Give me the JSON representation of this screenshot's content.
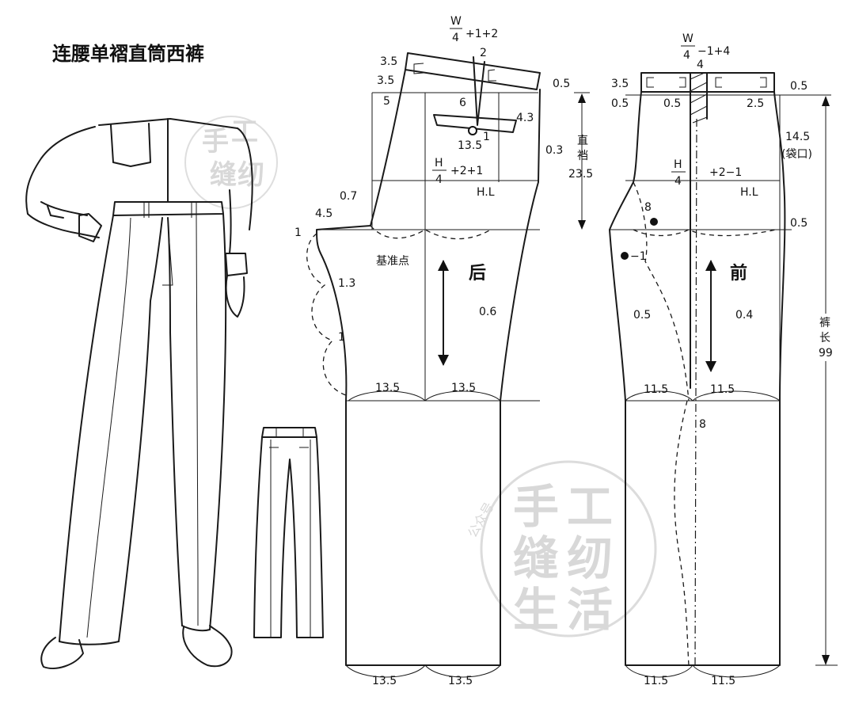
{
  "title": "连腰单褶直筒西裤",
  "watermark": {
    "chars": [
      "手",
      "工",
      "缝",
      "纫",
      "生",
      "活"
    ],
    "tag": "公众号"
  },
  "back_piece": {
    "label": "后",
    "waist_formula": {
      "numerator": "W",
      "denominator": "4",
      "rest": "+1+2"
    },
    "hip_formula": {
      "numerator": "H",
      "denominator": "4",
      "rest": "+2+1"
    },
    "hip_line": "H.L",
    "reference_point": "基准点",
    "dims": {
      "waistband_upper": "3.5",
      "waistband_lower": "3.5",
      "side_top": "5",
      "dart_length": "2",
      "dart_depth": "6",
      "pocket_length": "13.5",
      "pocket_end": "1",
      "pocket_offset": "4.3",
      "waist_side_out": "0.5",
      "side_in": "0.3",
      "crotch_drop": "0.7",
      "crotch_ext": "4.5",
      "crotch_tip": "1",
      "inseam_curve_1": "1.3",
      "inseam_curve_2": "1",
      "side_seam_curve": "0.6",
      "knee_left": "13.5",
      "knee_right": "13.5",
      "hem_left": "13.5",
      "hem_right": "13.5"
    }
  },
  "front_piece": {
    "label": "前",
    "waist_formula": {
      "numerator": "W",
      "denominator": "4",
      "rest": "−1+4"
    },
    "hip_formula": {
      "numerator": "H",
      "denominator": "4",
      "rest": "+2−1"
    },
    "hip_line": "H.L",
    "dims": {
      "waistband": "3.5",
      "pleat_width": "4",
      "side_top_a": "0.5",
      "side_top_b": "0.5",
      "side_waist_out": "0.5",
      "side_top_out": "2.5",
      "pocket_opening": "14.5",
      "pocket_opening_label": "(袋口)",
      "crotch_depth": "8",
      "crotch_mark": "−1",
      "hip_out": "0.5",
      "inseam_curve": "0.5",
      "side_seam_curve": "0.4",
      "knee_left": "11.5",
      "knee_right": "11.5",
      "crease_drop": "8",
      "hem_left": "11.5",
      "hem_right": "11.5"
    }
  },
  "vertical_dims": {
    "rise_label": "直档",
    "rise_value": "23.5",
    "length_label_1": "裤",
    "length_label_2": "长",
    "length_value": "99"
  }
}
